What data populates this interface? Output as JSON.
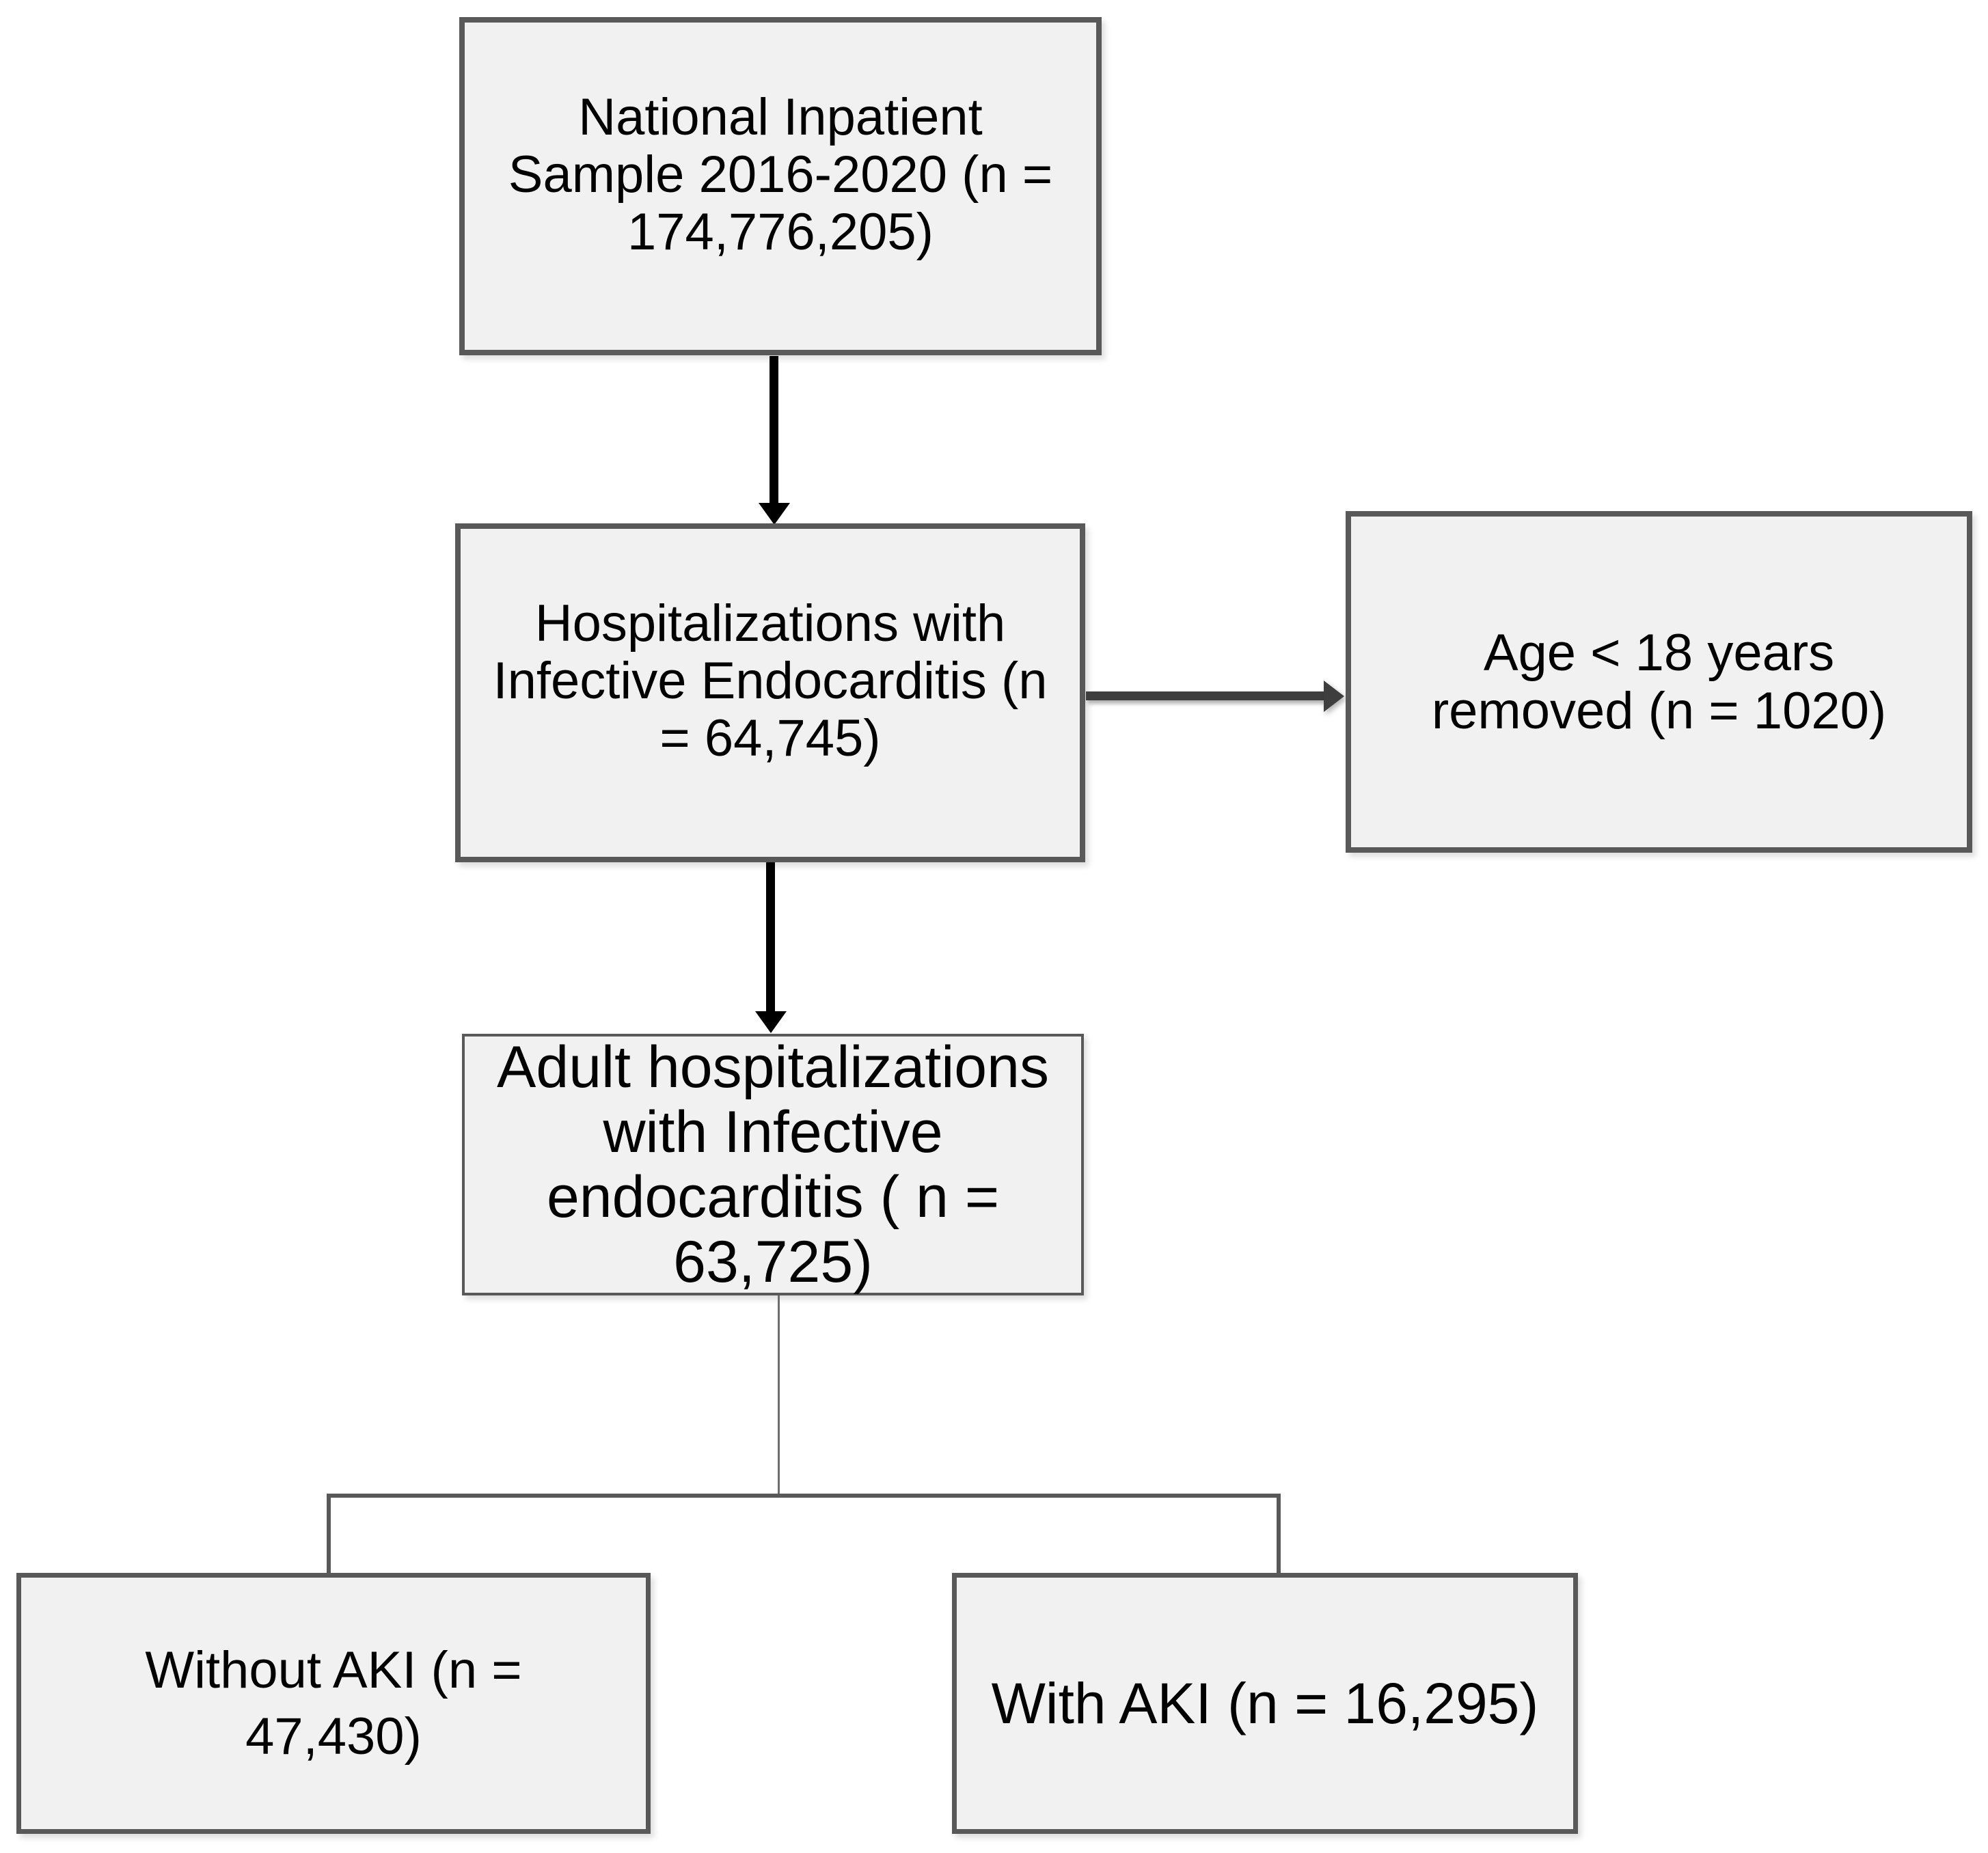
{
  "diagram": {
    "type": "study-flowchart",
    "nodes": {
      "national_inpatient_sample": {
        "text": "National Inpatient\nSample 2016-2020 (n =\n174,776,205)"
      },
      "ie_hospitalizations": {
        "text": "Hospitalizations with\nInfective Endocarditis (n\n= 64,745)"
      },
      "age_excluded": {
        "text": "Age < 18 years\nremoved (n = 1020)"
      },
      "adult_ie_hospitalizations": {
        "text": "Adult hospitalizations\nwith Infective\nendocarditis ( n =\n63,725)"
      },
      "without_aki": {
        "text": "Without AKI (n =\n47,430)"
      },
      "with_aki": {
        "text": "With AKI (n = 16,295)"
      }
    },
    "colors": {
      "background": "#ffffff",
      "box_fill": "#f1f1f1",
      "box_border": "#595959",
      "text": "#000000",
      "vertical_arrow": "#000000",
      "horizontal_arrow": "#3e3e3e",
      "connector": "#595959"
    }
  }
}
